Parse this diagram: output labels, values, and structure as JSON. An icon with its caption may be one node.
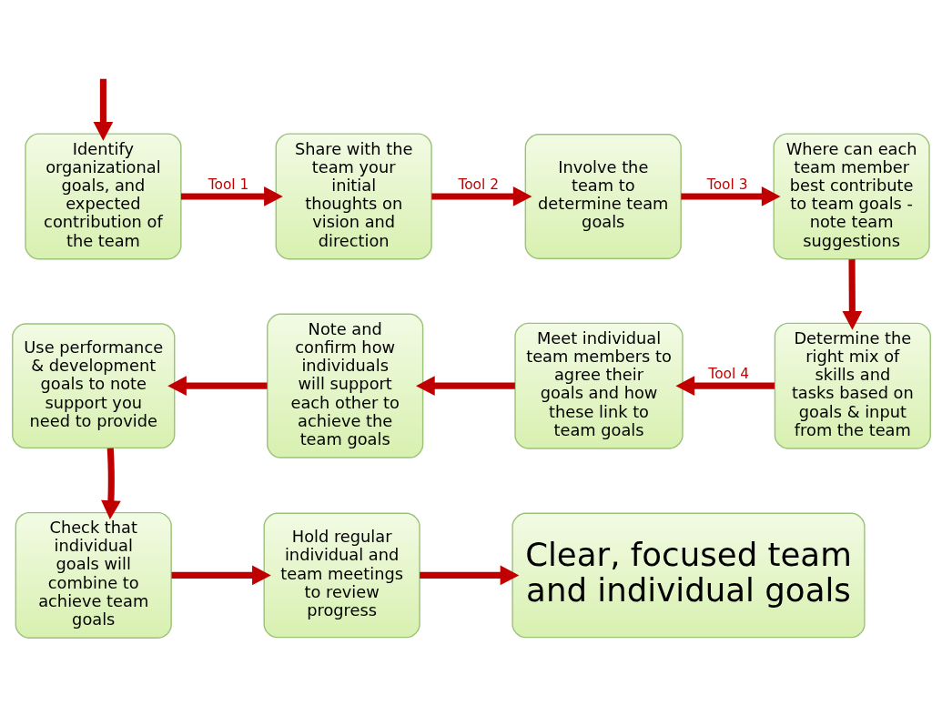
{
  "diagram": {
    "nodes": [
      {
        "text": [
          "Identify organizational goals, and expected contribution of the team"
        ]
      },
      {
        "text": [
          "Share with the team your initial thoughts on vision and direction"
        ]
      },
      {
        "text": [
          "Involve the team to determine team goals"
        ]
      },
      {
        "text": [
          "Where can each team member best contribute to team goals - note team suggestions"
        ]
      },
      {
        "text": [
          "Determine the right mix of skills and tasks based on goals & input from the team"
        ]
      },
      {
        "text": [
          "Meet individual team members to agree their goals and how these link to team goals"
        ]
      },
      {
        "text": [
          "Note and confirm how individuals will support each other to achieve the team goals"
        ]
      },
      {
        "text": [
          "Use performance & development goals to note support you need to provide"
        ]
      },
      {
        "text": [
          "Check that individual goals will combine to achieve team goals"
        ]
      },
      {
        "text": [
          "Hold regular individual and team meetings to review progress"
        ]
      },
      {
        "text": [
          "Clear, focused team and individual goals"
        ]
      }
    ],
    "edges": [
      {
        "from": null,
        "to": 0,
        "arrow": "to"
      },
      {
        "from": 0,
        "to": 1,
        "arrow": "to",
        "label": "Tool 1"
      },
      {
        "from": 1,
        "to": 2,
        "arrow": "to",
        "label": "Tool 2"
      },
      {
        "from": 2,
        "to": 3,
        "arrow": "to",
        "label": "Tool 3"
      },
      {
        "from": 3,
        "to": 4,
        "arrow": "to"
      },
      {
        "from": 4,
        "to": 5,
        "arrow": "to",
        "label": "Tool 4"
      },
      {
        "from": 5,
        "to": 6,
        "arrow": "to"
      },
      {
        "from": 6,
        "to": 7,
        "arrow": "to"
      },
      {
        "from": 7,
        "to": 8,
        "arrow": "to"
      },
      {
        "from": 8,
        "to": 9,
        "arrow": "to"
      },
      {
        "from": 9,
        "to": 10,
        "arrow": "to"
      }
    ]
  }
}
